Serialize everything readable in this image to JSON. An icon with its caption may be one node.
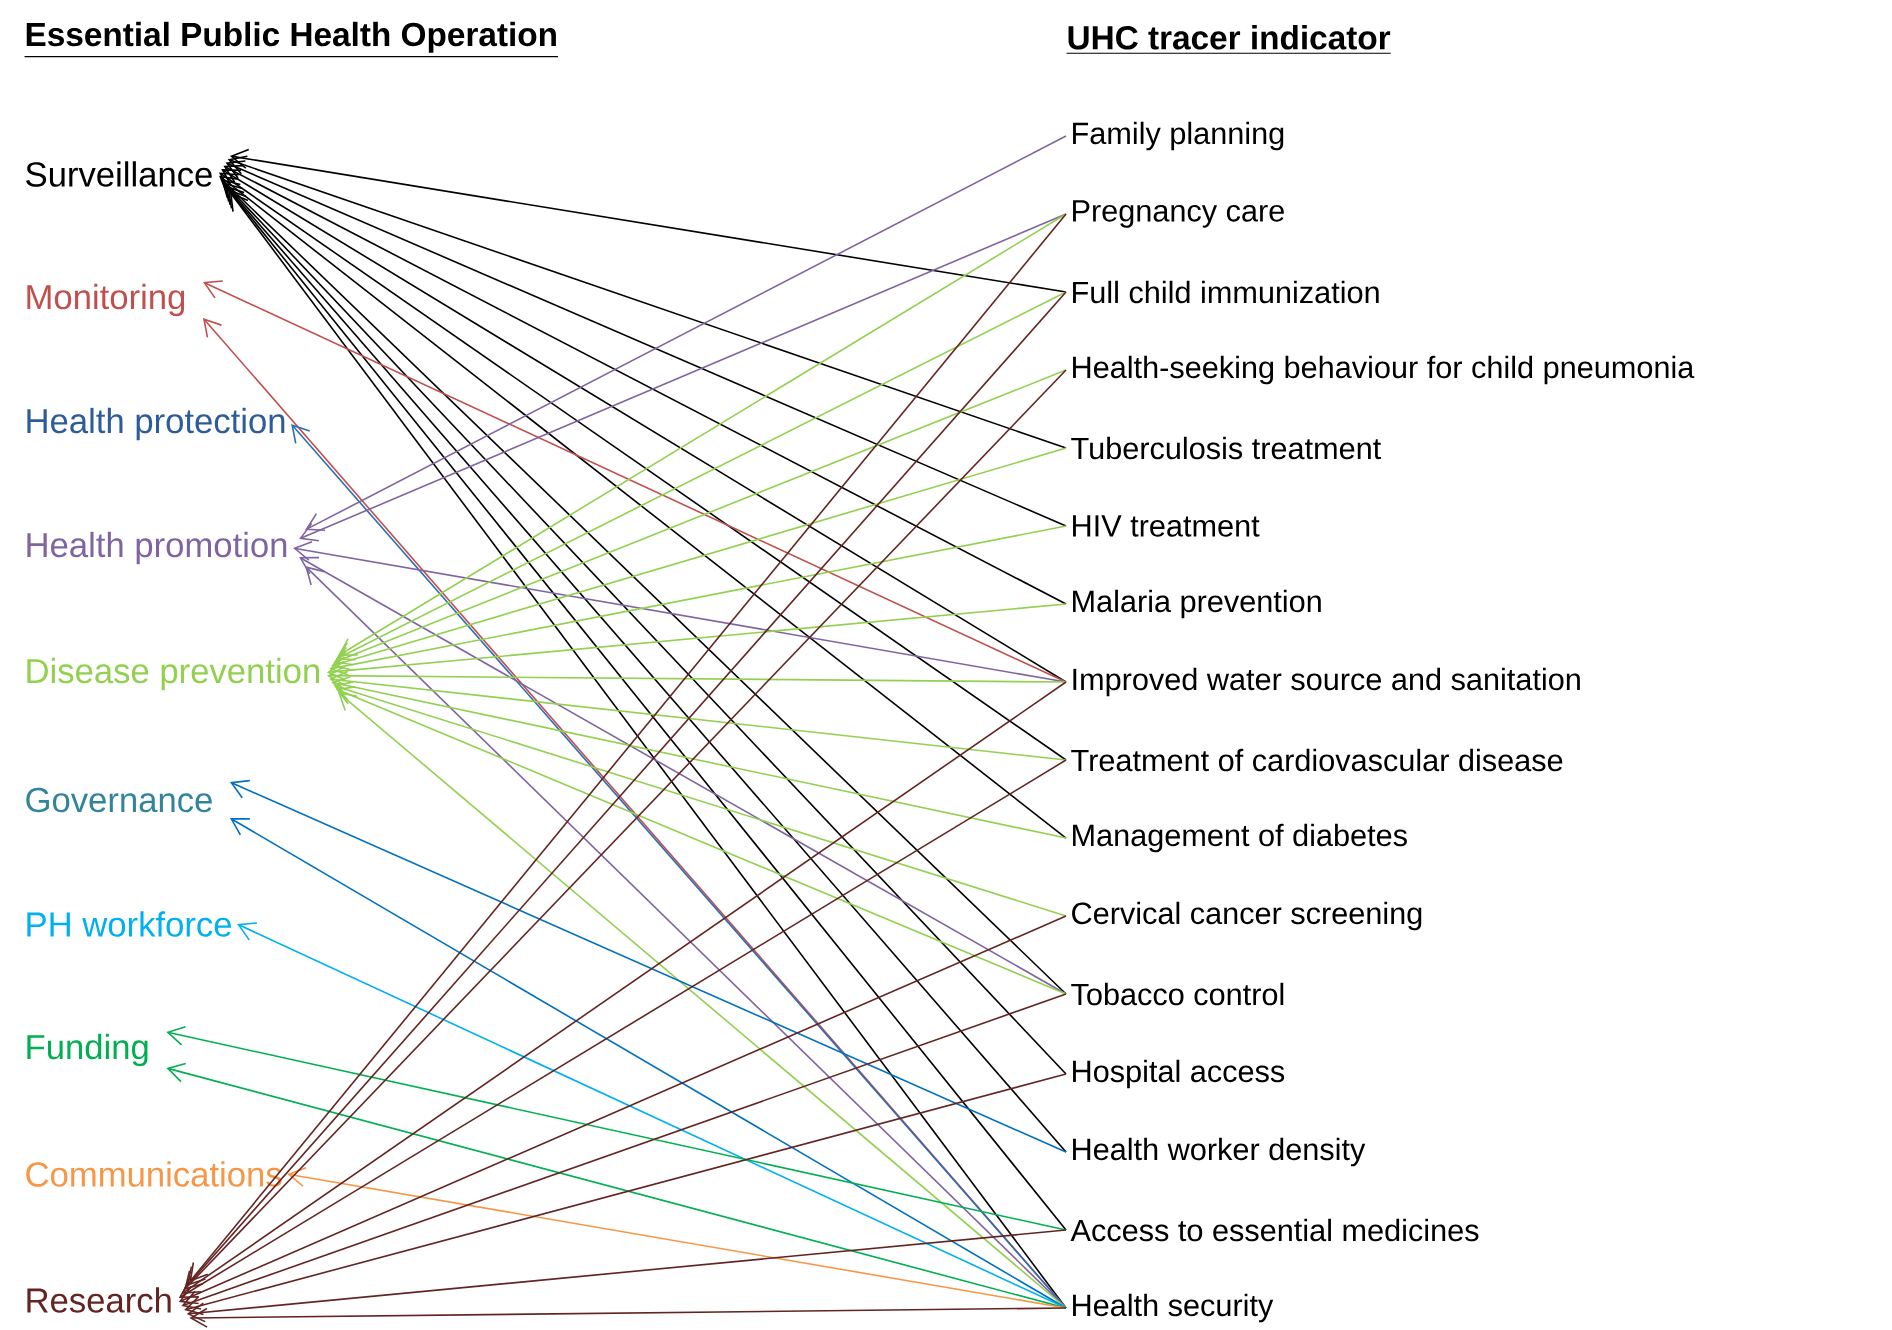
{
  "diagram": {
    "nodes": [
      {
        "text": [
          "Surveillance"
        ]
      },
      {
        "text": [
          "Monitoring"
        ]
      },
      {
        "text": [
          "Health protection"
        ]
      },
      {
        "text": [
          "Health promotion"
        ]
      },
      {
        "text": [
          "Disease prevention"
        ]
      },
      {
        "text": [
          "Governance"
        ]
      },
      {
        "text": [
          "PH workforce"
        ]
      },
      {
        "text": [
          "Funding"
        ]
      },
      {
        "text": [
          "Communications"
        ]
      },
      {
        "text": [
          "Research"
        ]
      },
      {
        "text": [
          "Family planning"
        ]
      },
      {
        "text": [
          "Pregnancy care"
        ]
      },
      {
        "text": [
          "Full child immunization"
        ]
      },
      {
        "text": [
          "Health-seeking behaviour for child pneumonia"
        ]
      },
      {
        "text": [
          "Tuberculosis treatment"
        ]
      },
      {
        "text": [
          "HIV treatment"
        ]
      },
      {
        "text": [
          "Malaria prevention"
        ]
      },
      {
        "text": [
          "Improved water source and sanitation"
        ]
      },
      {
        "text": [
          "Treatment of cardiovascular disease"
        ]
      },
      {
        "text": [
          "Management of diabetes"
        ]
      },
      {
        "text": [
          "Cervical cancer screening"
        ]
      },
      {
        "text": [
          "Tobacco control"
        ]
      },
      {
        "text": [
          "Hospital access"
        ]
      },
      {
        "text": [
          "Health worker density"
        ]
      },
      {
        "text": [
          "Access to essential medicines"
        ]
      },
      {
        "text": [
          "Health security"
        ]
      }
    ],
    "edges": [
      {
        "from": 12,
        "to": 0,
        "arrow": "to"
      },
      {
        "from": 14,
        "to": 0,
        "arrow": "to"
      },
      {
        "from": 15,
        "to": 0,
        "arrow": "to"
      },
      {
        "from": 16,
        "to": 0,
        "arrow": "to"
      },
      {
        "from": 17,
        "to": 0,
        "arrow": "to"
      },
      {
        "from": 18,
        "to": 0,
        "arrow": "to"
      },
      {
        "from": 19,
        "to": 0,
        "arrow": "to"
      },
      {
        "from": 21,
        "to": 0,
        "arrow": "to"
      },
      {
        "from": 22,
        "to": 0,
        "arrow": "to"
      },
      {
        "from": 23,
        "to": 0,
        "arrow": "to"
      },
      {
        "from": 24,
        "to": 0,
        "arrow": "to"
      },
      {
        "from": 25,
        "to": 0,
        "arrow": "to"
      },
      {
        "from": 17,
        "to": 1,
        "arrow": "to",
        "color": "#c0504d"
      },
      {
        "from": 25,
        "to": 1,
        "arrow": "to",
        "color": "#c0504d"
      },
      {
        "from": 25,
        "to": 2,
        "arrow": "to",
        "color": "#2e6db4"
      },
      {
        "from": 10,
        "to": 3,
        "arrow": "to",
        "color": "#8064a2"
      },
      {
        "from": 11,
        "to": 3,
        "arrow": "to",
        "color": "#8064a2"
      },
      {
        "from": 17,
        "to": 3,
        "arrow": "to",
        "color": "#8064a2"
      },
      {
        "from": 21,
        "to": 3,
        "arrow": "to",
        "color": "#8064a2"
      },
      {
        "from": 25,
        "to": 3,
        "arrow": "to",
        "color": "#8064a2"
      },
      {
        "from": 11,
        "to": 4,
        "arrow": "to",
        "color": "#92d050"
      },
      {
        "from": 12,
        "to": 4,
        "arrow": "to",
        "color": "#92d050"
      },
      {
        "from": 13,
        "to": 4,
        "arrow": "to",
        "color": "#92d050"
      },
      {
        "from": 14,
        "to": 4,
        "arrow": "to",
        "color": "#92d050"
      },
      {
        "from": 15,
        "to": 4,
        "arrow": "to",
        "color": "#92d050"
      },
      {
        "from": 16,
        "to": 4,
        "arrow": "to",
        "color": "#92d050"
      },
      {
        "from": 17,
        "to": 4,
        "arrow": "to",
        "color": "#92d050"
      },
      {
        "from": 18,
        "to": 4,
        "arrow": "to",
        "color": "#92d050"
      },
      {
        "from": 19,
        "to": 4,
        "arrow": "to",
        "color": "#92d050"
      },
      {
        "from": 20,
        "to": 4,
        "arrow": "to",
        "color": "#92d050"
      },
      {
        "from": 21,
        "to": 4,
        "arrow": "to",
        "color": "#92d050"
      },
      {
        "from": 25,
        "to": 4,
        "arrow": "to",
        "color": "#92d050"
      },
      {
        "from": 23,
        "to": 5,
        "arrow": "to",
        "color": "#0070c0"
      },
      {
        "from": 25,
        "to": 5,
        "arrow": "to",
        "color": "#0070c0"
      },
      {
        "from": 25,
        "to": 6,
        "arrow": "to",
        "color": "#00b0f0"
      },
      {
        "from": 24,
        "to": 7,
        "arrow": "to",
        "color": "#00b050"
      },
      {
        "from": 25,
        "to": 7,
        "arrow": "to",
        "color": "#00b050"
      },
      {
        "from": 25,
        "to": 8,
        "arrow": "to",
        "color": "#f79646"
      },
      {
        "from": 11,
        "to": 9,
        "arrow": "to",
        "color": "#632523"
      },
      {
        "from": 12,
        "to": 9,
        "arrow": "to",
        "color": "#632523"
      },
      {
        "from": 13,
        "to": 9,
        "arrow": "to",
        "color": "#632523"
      },
      {
        "from": 17,
        "to": 9,
        "arrow": "to",
        "color": "#632523"
      },
      {
        "from": 18,
        "to": 9,
        "arrow": "to",
        "color": "#632523"
      },
      {
        "from": 20,
        "to": 9,
        "arrow": "to",
        "color": "#632523"
      },
      {
        "from": 21,
        "to": 9,
        "arrow": "to",
        "color": "#632523"
      },
      {
        "from": 22,
        "to": 9,
        "arrow": "to",
        "color": "#632523"
      },
      {
        "from": 24,
        "to": 9,
        "arrow": "to",
        "color": "#632523"
      },
      {
        "from": 25,
        "to": 9,
        "arrow": "to",
        "color": "#632523"
      }
    ],
    "labels": [
      "Essential Public Health Operation",
      "UHC tracer indicator"
    ]
  }
}
